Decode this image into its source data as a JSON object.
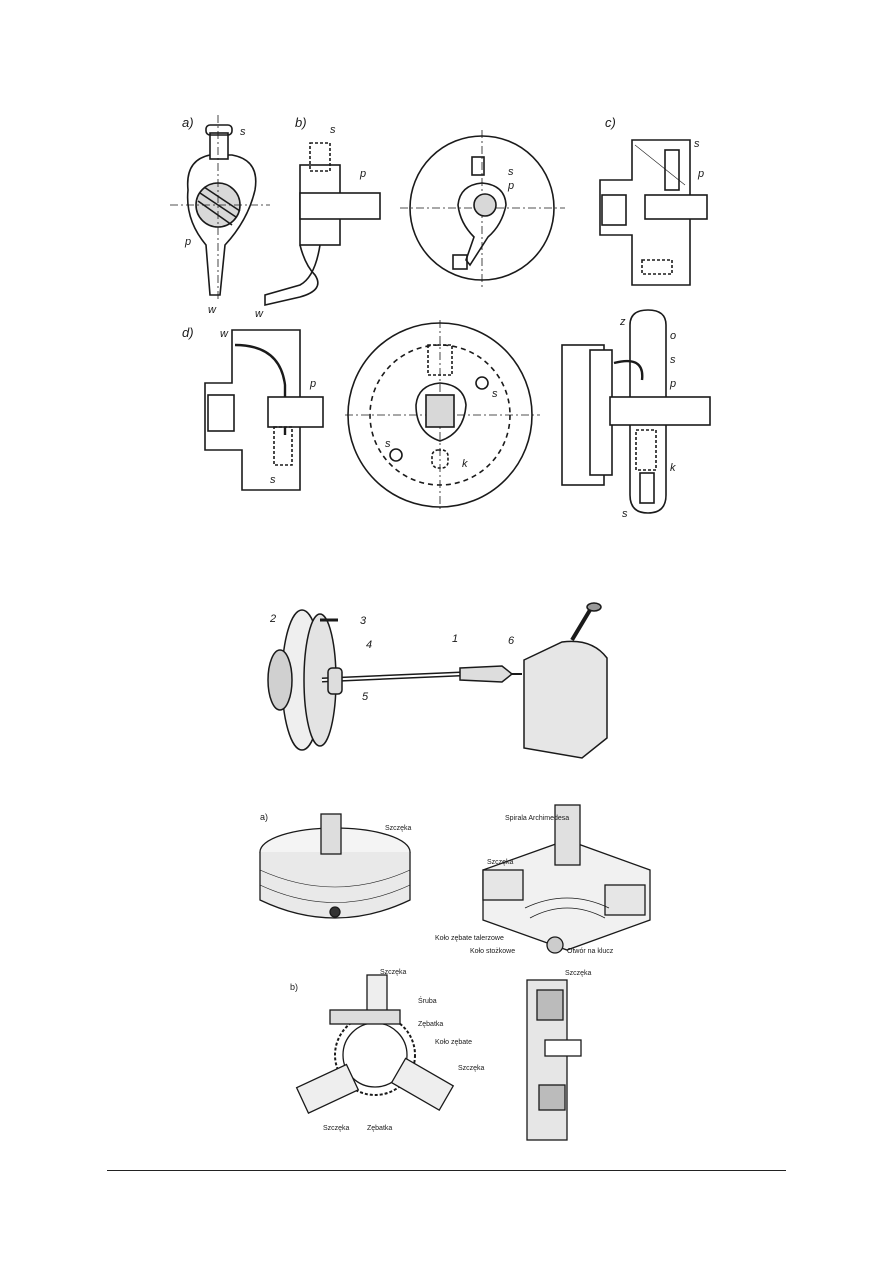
{
  "figure_clamps": {
    "panel_a": {
      "tag": "a)",
      "labels": {
        "s": "s",
        "p": "p",
        "w": "w"
      }
    },
    "panel_b": {
      "tag": "b)",
      "labels": {
        "s": "s",
        "p": "p",
        "w": "w"
      }
    },
    "panel_plate": {
      "labels": {
        "s": "s",
        "p": "p"
      }
    },
    "panel_c": {
      "tag": "c)",
      "labels": {
        "s": "s",
        "p": "p"
      }
    },
    "panel_d": {
      "tag": "d)",
      "labels": {
        "w": "w",
        "p": "p",
        "s": "s"
      }
    },
    "panel_face": {
      "labels": {
        "s1": "s",
        "s2": "s",
        "k": "k"
      }
    },
    "panel_guard": {
      "labels": {
        "z": "z",
        "o": "o",
        "s1": "s",
        "p": "p",
        "k": "k",
        "s2": "s"
      }
    }
  },
  "figure_lathe": {
    "labels": {
      "n1": "1",
      "n2": "2",
      "n3": "3",
      "n4": "4",
      "n5": "5",
      "n6": "6"
    }
  },
  "figure_chuck": {
    "panel_a": {
      "tag": "a)",
      "labels": {
        "jaw_left": "Szczęka",
        "spiral": "Spirala Archimedesa",
        "jaw_right": "Szczęka",
        "gear_plate": "Koło zębate talerzowe",
        "gear_bevel": "Koło stożkowe",
        "key_hole": "Otwór na klucz"
      }
    },
    "panel_b": {
      "tag": "b)",
      "labels": {
        "jaw_top": "Szczęka",
        "screw": "Śruba",
        "rack_top": "Zębatka",
        "gear": "Koło zębate",
        "jaw_right": "Szczęka",
        "jaw_left": "Szczęka",
        "rack_bottom": "Zębatka",
        "jaw_section": "Szczęka"
      }
    }
  }
}
